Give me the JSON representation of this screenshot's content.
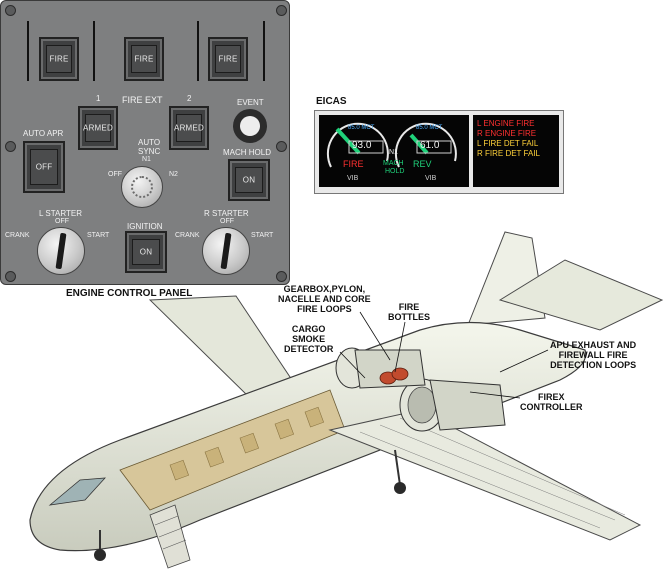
{
  "panel": {
    "fire_buttons": [
      "FIRE",
      "FIRE",
      "FIRE"
    ],
    "fire_ext_label": "FIRE EXT",
    "bottle_numbers": [
      "1",
      "2"
    ],
    "armed_buttons": [
      "ARMED",
      "ARMED"
    ],
    "event_label": "EVENT",
    "auto_apr": {
      "label": "AUTO APR",
      "button": "OFF"
    },
    "auto_sync": {
      "label_line1": "AUTO",
      "label_line2": "SYNC",
      "n1": "N1",
      "n2": "N2",
      "off": "OFF"
    },
    "mach_hold": {
      "label": "MACH HOLD",
      "button": "ON"
    },
    "ignition": {
      "label": "IGNITION",
      "button": "ON"
    },
    "l_starter": {
      "label": "L STARTER",
      "off": "OFF",
      "left_pos": "CRANK",
      "right_pos": "START"
    },
    "r_starter": {
      "label": "R STARTER",
      "off": "OFF",
      "left_pos": "CRANK",
      "right_pos": "START"
    },
    "caption": "ENGINE CONTROL PANEL"
  },
  "eicas": {
    "title": "EICAS",
    "left_gauge": {
      "top_text": "85.0 MCT",
      "value": "93.0",
      "status": "FIRE",
      "footer": "VIB"
    },
    "center": {
      "n1": "N1",
      "mach_line1": "MACH",
      "mach_line2": "HOLD"
    },
    "right_gauge": {
      "top_text": "85.0 MCT",
      "value": "61.0",
      "status": "REV",
      "footer": "VIB"
    },
    "messages": [
      {
        "text": "L ENGINE FIRE",
        "color": "#ff3030"
      },
      {
        "text": "R ENGINE FIRE",
        "color": "#ff3030"
      },
      {
        "text": "L FIRE DET FAIL",
        "color": "#ffd23a"
      },
      {
        "text": "R FIRE DET FAIL",
        "color": "#ffd23a"
      }
    ]
  },
  "callouts": {
    "gearbox": [
      "GEARBOX,PYLON,",
      "NACELLE AND CORE",
      "FIRE LOOPS"
    ],
    "fire_bottles": [
      "FIRE",
      "BOTTLES"
    ],
    "cargo": [
      "CARGO",
      "SMOKE",
      "DETECTOR"
    ],
    "apu": [
      "APU EXHAUST AND",
      "FIREWALL FIRE",
      "DETECTION LOOPS"
    ],
    "firex": [
      "FIREX",
      "CONTROLLER"
    ]
  }
}
